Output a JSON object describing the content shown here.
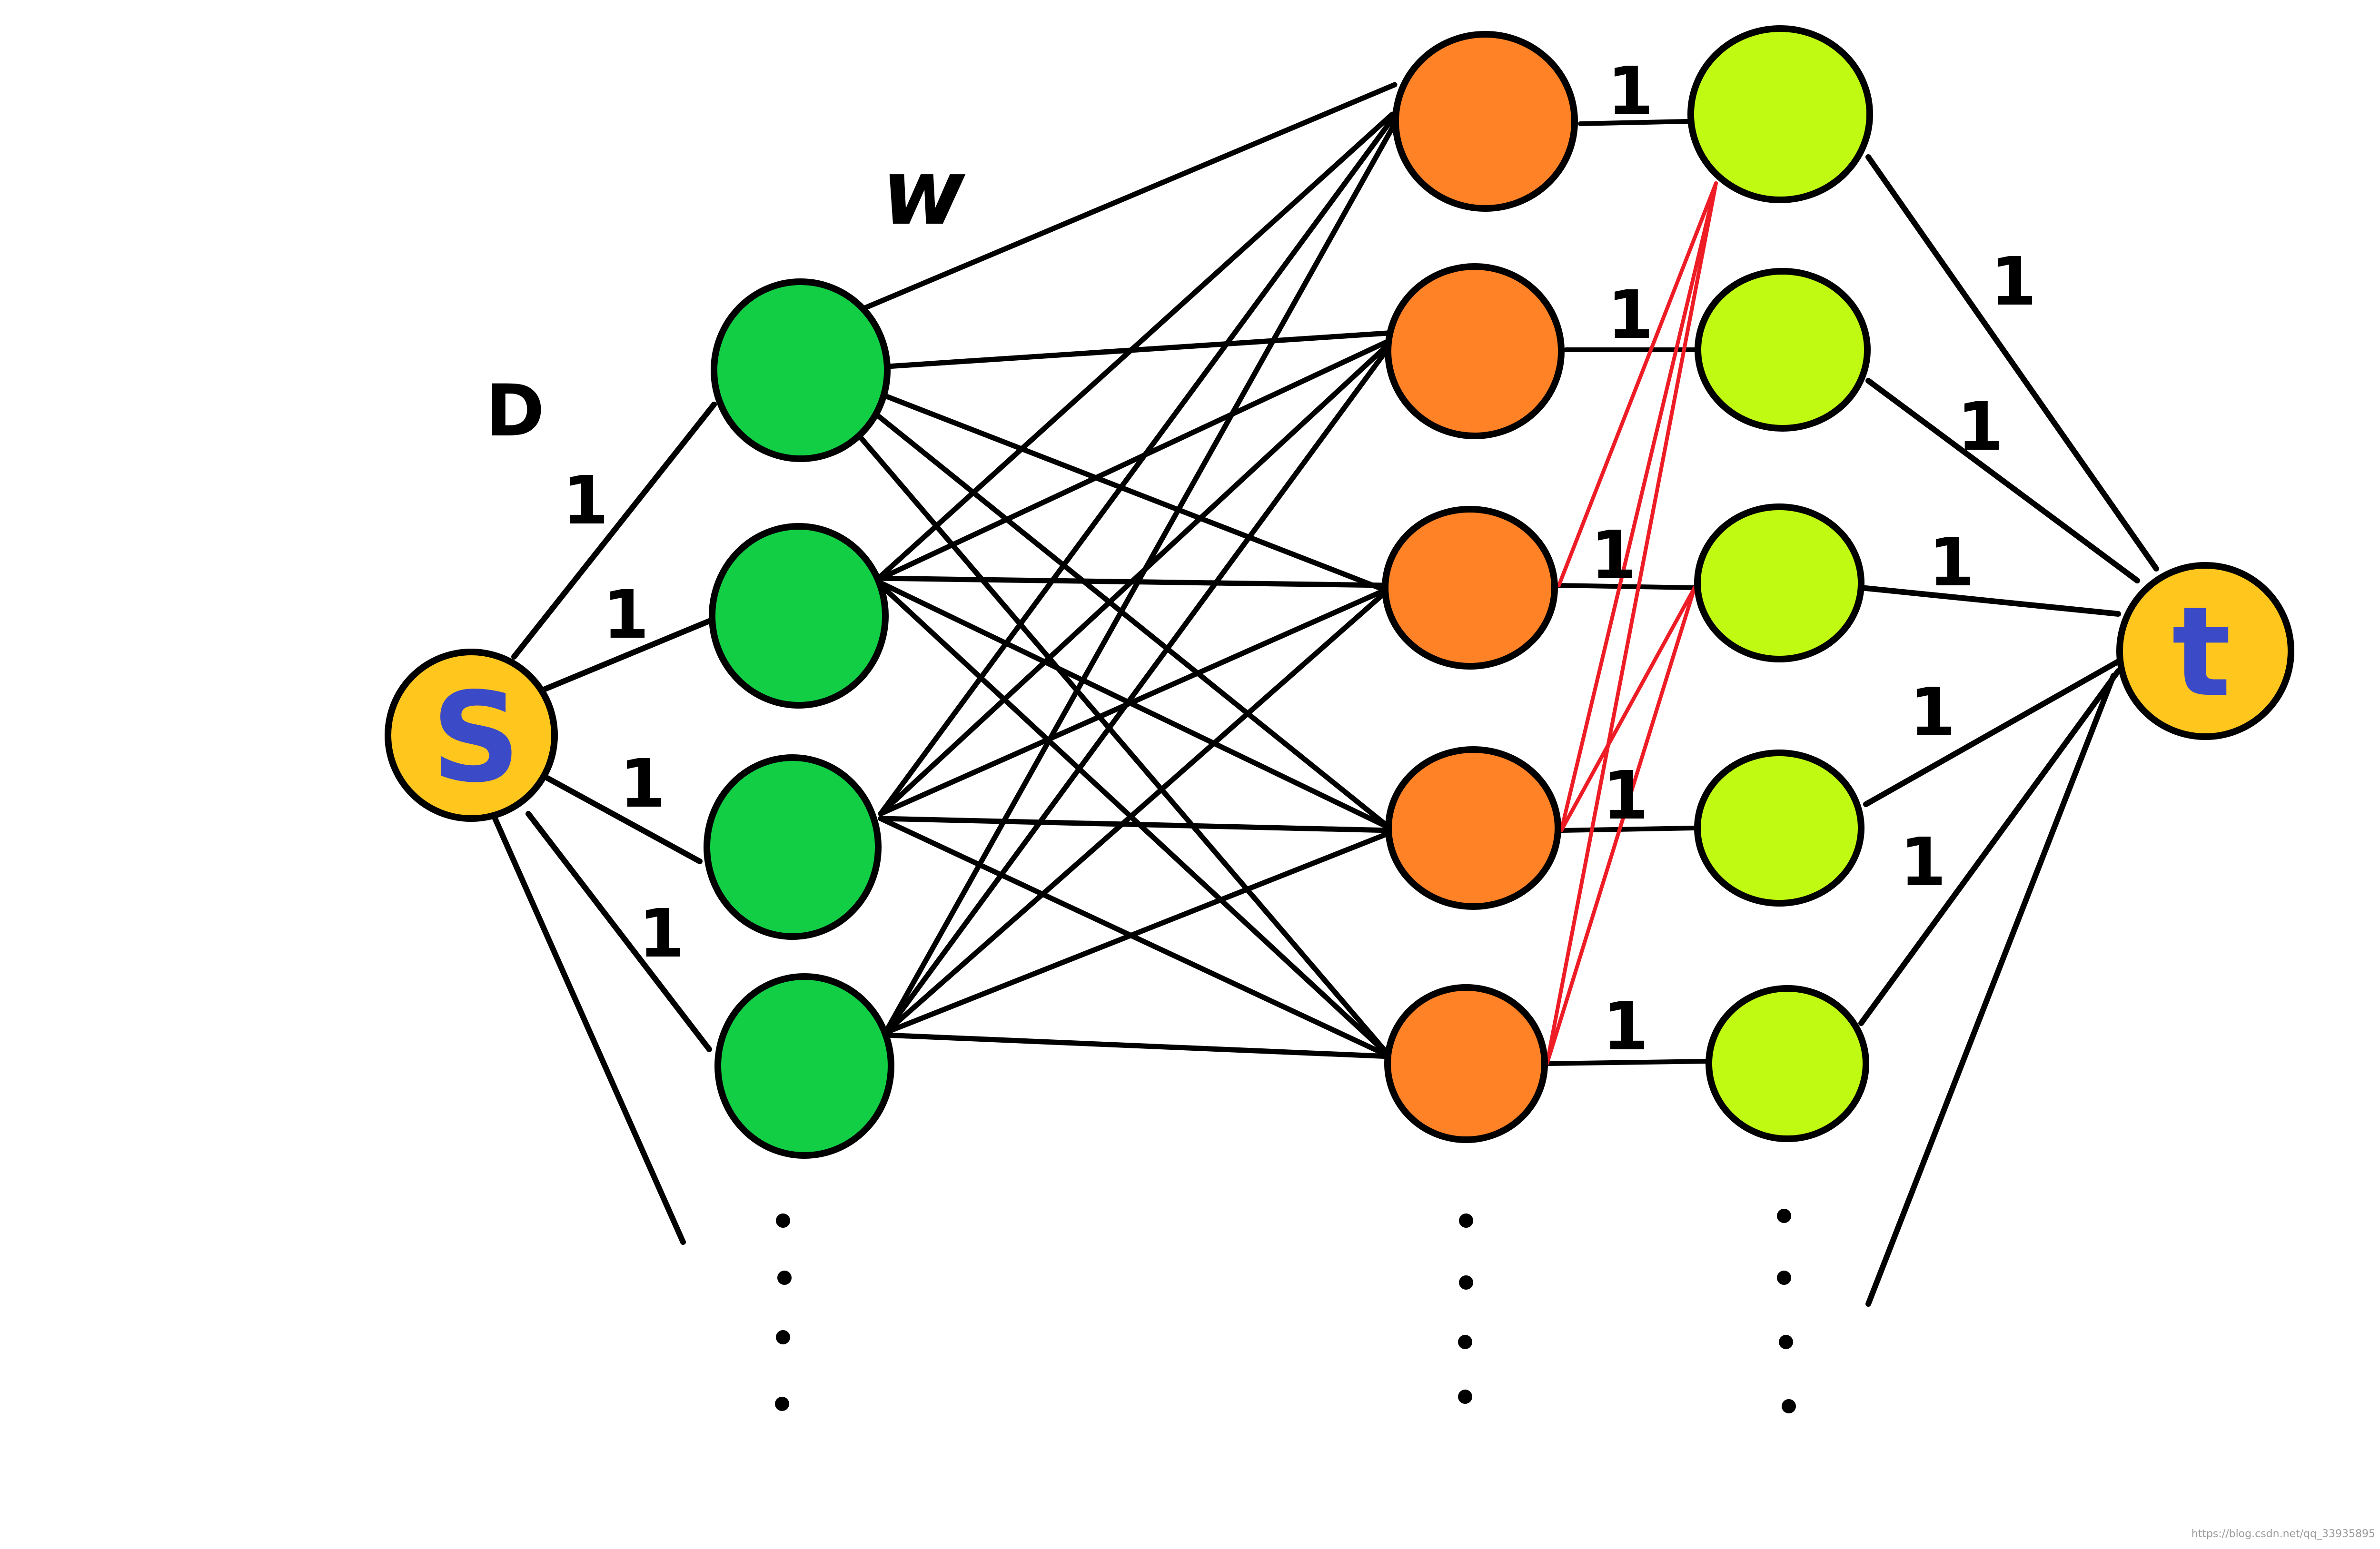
{
  "graph": {
    "source": {
      "label": "S",
      "fill": "#FFC61E",
      "text_color": "#3B4BC8"
    },
    "sink": {
      "label": "t",
      "fill": "#FFC61E",
      "text_color": "#3B4BC8"
    },
    "layer_colors": {
      "green": "#12CE45",
      "orange": "#FF8226",
      "lime": "#C0FA12"
    },
    "edge_colors": {
      "default": "#000000",
      "highlight": "#EE1C25"
    },
    "labels": {
      "D": "D",
      "w": "w",
      "source_edges": [
        "1",
        "1",
        "1",
        "1"
      ],
      "orange_lime_edges": [
        "1",
        "1",
        "1",
        "1",
        "1"
      ],
      "lime_sink_edges": [
        "1",
        "1",
        "1",
        "1",
        "1"
      ]
    },
    "ellipsis": "⋮",
    "watermark": "https://blog.csdn.net/qq_33935895"
  }
}
